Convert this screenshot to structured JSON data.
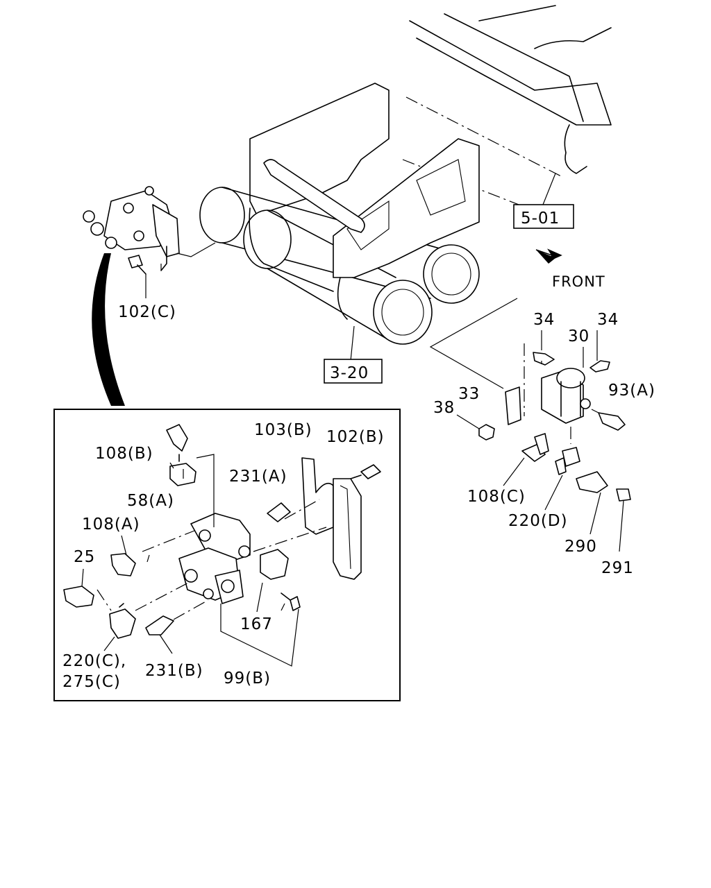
{
  "labels": {
    "ref_5_01": "5-01",
    "ref_3_20": "3-20",
    "front": "FRONT",
    "p34_left": "34",
    "p34_right": "34",
    "p30": "30",
    "p93a": "93(A)",
    "p33": "33",
    "p38": "38",
    "p108c": "108(C)",
    "p220d": "220(D)",
    "p290": "290",
    "p291": "291",
    "p102c": "102(C)",
    "p103b": "103(B)",
    "p102b": "102(B)",
    "p108b": "108(B)",
    "p58a": "58(A)",
    "p231a": "231(A)",
    "p108a": "108(A)",
    "p25": "25",
    "p167": "167",
    "p220c": "220(C),",
    "p275c": "275(C)",
    "p231b": "231(B)",
    "p99b": "99(B)"
  }
}
